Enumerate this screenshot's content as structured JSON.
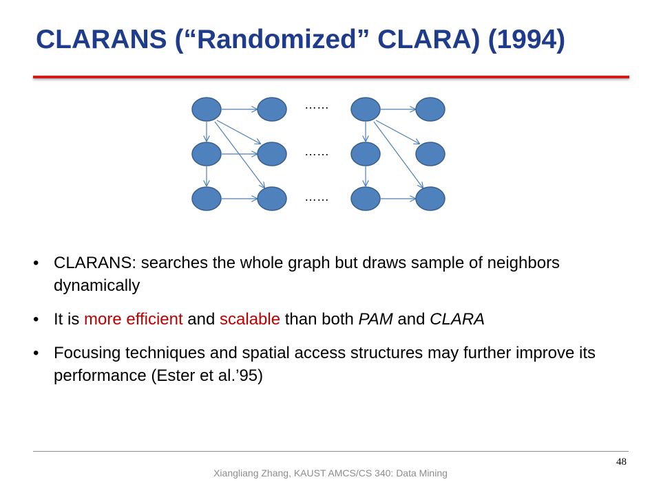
{
  "slide": {
    "title": "CLARANS (“Randomized” CLARA) (1994)"
  },
  "figure": {
    "node_fill": "#4f81bd",
    "node_stroke": "#385d8a",
    "edge_color": "#4a7ebb",
    "ellipsis": [
      "……",
      "……",
      "……"
    ]
  },
  "bullets": [
    {
      "text": "CLARANS: searches the whole graph but draws sample of neighbors dynamically"
    },
    {
      "pre": "It is ",
      "emph1": "more efficient",
      "mid1": " and ",
      "emph2": "scalable",
      "mid2": " than both ",
      "ital1": "PAM",
      "mid3": " and ",
      "ital2": "CLARA"
    },
    {
      "text": "Focusing techniques and spatial access structures may further improve its performance (Ester et al.’95)"
    }
  ],
  "footer": {
    "credit": "Xiangliang Zhang, KAUST AMCS/CS 340: Data Mining",
    "page_number": "48"
  },
  "colors": {
    "title": "#1f3b8c",
    "title_rule": "#d01c1c",
    "emphasis": "#c00000"
  }
}
